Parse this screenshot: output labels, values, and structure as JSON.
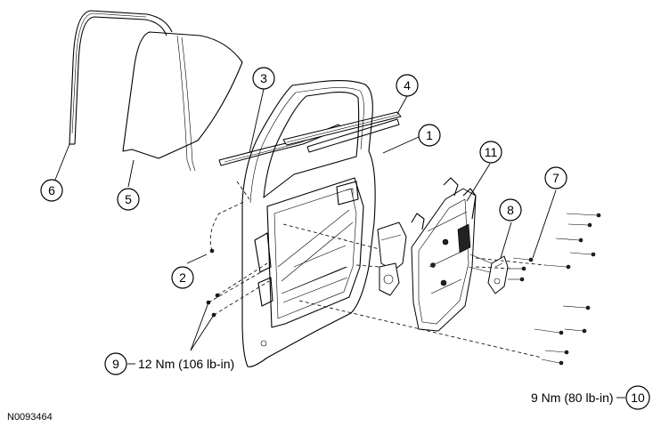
{
  "figure_id": "N0093464",
  "callouts": [
    {
      "id": "1",
      "label": "1"
    },
    {
      "id": "2",
      "label": "2"
    },
    {
      "id": "3",
      "label": "3"
    },
    {
      "id": "4",
      "label": "4"
    },
    {
      "id": "5",
      "label": "5"
    },
    {
      "id": "6",
      "label": "6"
    },
    {
      "id": "7",
      "label": "7"
    },
    {
      "id": "8",
      "label": "8"
    },
    {
      "id": "9",
      "label": "9"
    },
    {
      "id": "10",
      "label": "10"
    },
    {
      "id": "11",
      "label": "11"
    }
  ],
  "torque_specs": {
    "item_9": "12 Nm (106 lb-in)",
    "item_10": "9 Nm (80 lb-in)"
  }
}
